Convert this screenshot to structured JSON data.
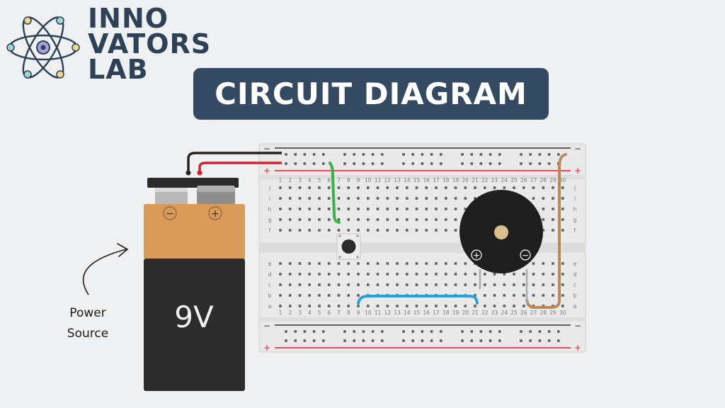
{
  "logo": {
    "line1": "INNO",
    "line2": "VATORS",
    "line3": "LAB"
  },
  "title": "CIRCUIT DIAGRAM",
  "annotation": {
    "line1": "Power",
    "line2": "Source"
  },
  "battery": {
    "voltage": "9V",
    "minus": "−",
    "plus": "+"
  },
  "breadboard": {
    "columns": 30,
    "top_row_letters": [
      "j",
      "i",
      "h",
      "g",
      "f"
    ],
    "bottom_row_letters": [
      "e",
      "d",
      "c",
      "b",
      "a"
    ],
    "rail_minus": "−",
    "rail_plus": "+"
  },
  "buzzer": {
    "plus": "+",
    "minus": "−"
  },
  "colors": {
    "title_bg": "#344a62",
    "logo_text": "#2d4256",
    "battery_top": "#d99a5a",
    "battery_body": "#2c2c2c",
    "wire_red": "#d8202a",
    "wire_black": "#222222",
    "wire_green": "#39b24a",
    "wire_blue": "#2a9fd8",
    "wire_brown": "#b88a55"
  }
}
